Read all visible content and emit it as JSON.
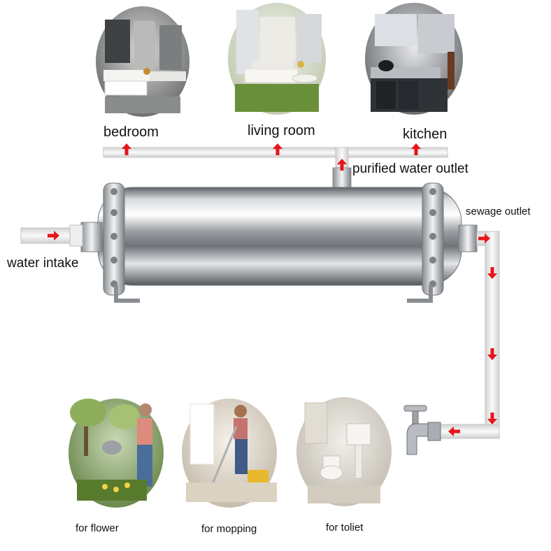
{
  "rooms": {
    "bedroom": "bedroom",
    "living_room": "living room",
    "kitchen": "kitchen"
  },
  "outlets": {
    "purified": "purified water outlet",
    "sewage": "sewage outlet",
    "intake": "water intake"
  },
  "uses": {
    "flower": "for flower",
    "mopping": "for mopping",
    "toilet": "for toliet"
  },
  "colors": {
    "arrow": "#e8141b",
    "pipe": "#f2f2f2",
    "pipe_edge": "#c8c8c8",
    "steel": "#b9bcc0"
  }
}
